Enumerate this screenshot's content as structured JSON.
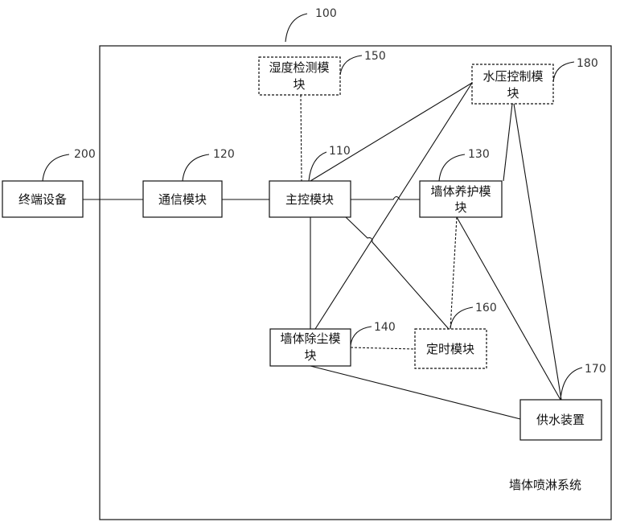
{
  "system": {
    "ref": "100",
    "caption": "墙体喷淋系统"
  },
  "modules": {
    "terminal": {
      "label": "终端设备",
      "ref": "200"
    },
    "comm": {
      "label": "通信模块",
      "ref": "120"
    },
    "master": {
      "label": "主控模块",
      "ref": "110"
    },
    "humidity": {
      "label_line1": "湿度检测模",
      "label_line2": "块",
      "ref": "150"
    },
    "pressure": {
      "label_line1": "水压控制模",
      "label_line2": "块",
      "ref": "180"
    },
    "maintenance": {
      "label_line1": "墙体养护模",
      "label_line2": "块",
      "ref": "130"
    },
    "dust": {
      "label_line1": "墙体除尘模",
      "label_line2": "块",
      "ref": "140"
    },
    "timer": {
      "label": "定时模块",
      "ref": "160"
    },
    "water": {
      "label": "供水装置",
      "ref": "170"
    }
  }
}
